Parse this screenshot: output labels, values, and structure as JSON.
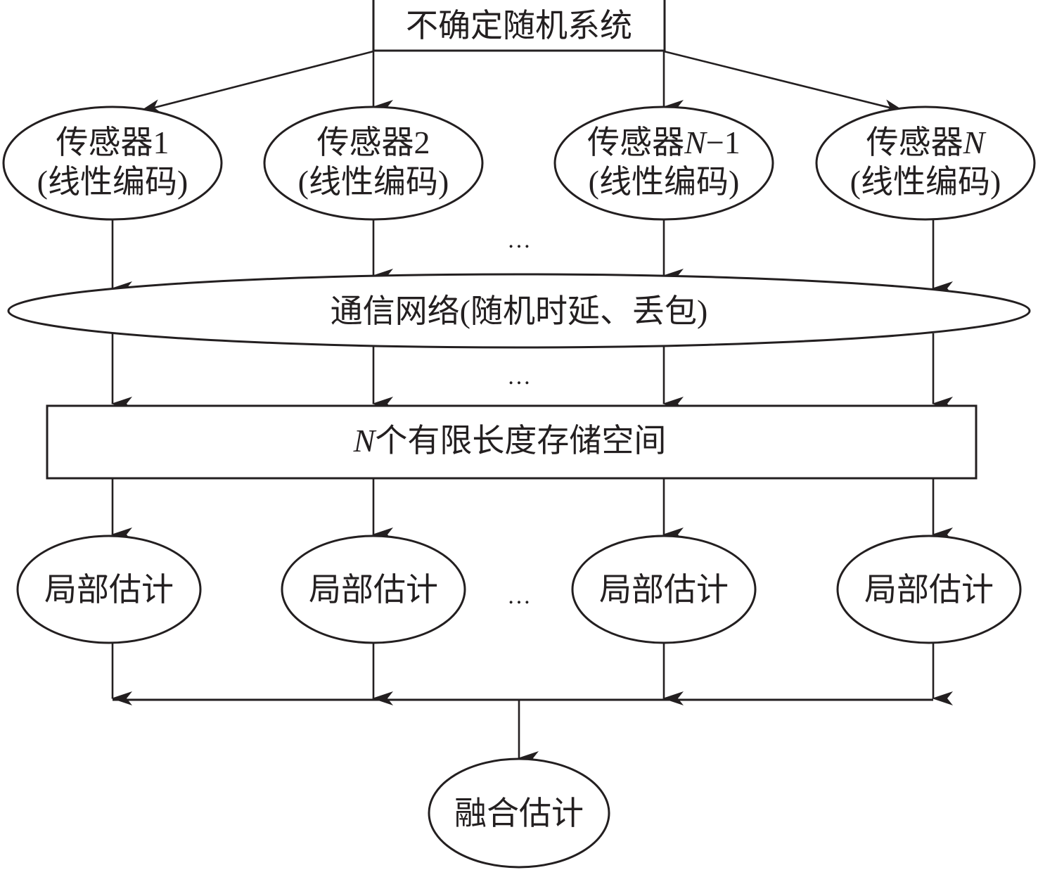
{
  "diagram": {
    "title_box": "不确定随机系统",
    "sensors": [
      {
        "label_prefix": "传感器",
        "label_index": "1",
        "index_italic": false,
        "subtitle": "(线性编码)"
      },
      {
        "label_prefix": "传感器",
        "label_index": "2",
        "index_italic": false,
        "subtitle": "(线性编码)"
      },
      {
        "label_prefix": "传感器",
        "label_index_var": "N",
        "label_index_suffix": "−1",
        "subtitle": "(线性编码)"
      },
      {
        "label_prefix": "传感器",
        "label_index_var": "N",
        "label_index_suffix": "",
        "subtitle": "(线性编码)"
      }
    ],
    "network": "通信网络(随机时延、丢包)",
    "storage": {
      "var": "N",
      "text": "个有限长度存储空间"
    },
    "local_estimates": [
      "局部估计",
      "局部估计",
      "局部估计",
      "局部估计"
    ],
    "fusion": "融合估计",
    "ellipsis": "…",
    "edges": [
      {
        "from": "不确定随机系统",
        "to": "传感器1"
      },
      {
        "from": "不确定随机系统",
        "to": "传感器2"
      },
      {
        "from": "不确定随机系统",
        "to": "传感器N−1"
      },
      {
        "from": "不确定随机系统",
        "to": "传感器N"
      },
      {
        "from": "传感器1",
        "to": "通信网络"
      },
      {
        "from": "传感器2",
        "to": "通信网络"
      },
      {
        "from": "传感器N−1",
        "to": "通信网络"
      },
      {
        "from": "传感器N",
        "to": "通信网络"
      },
      {
        "from": "通信网络",
        "to": "N个有限长度存储空间",
        "count": 4
      },
      {
        "from": "N个有限长度存储空间",
        "to": "局部估计",
        "count": 4
      },
      {
        "from": "局部估计",
        "to": "融合估计",
        "count": 4
      }
    ]
  }
}
